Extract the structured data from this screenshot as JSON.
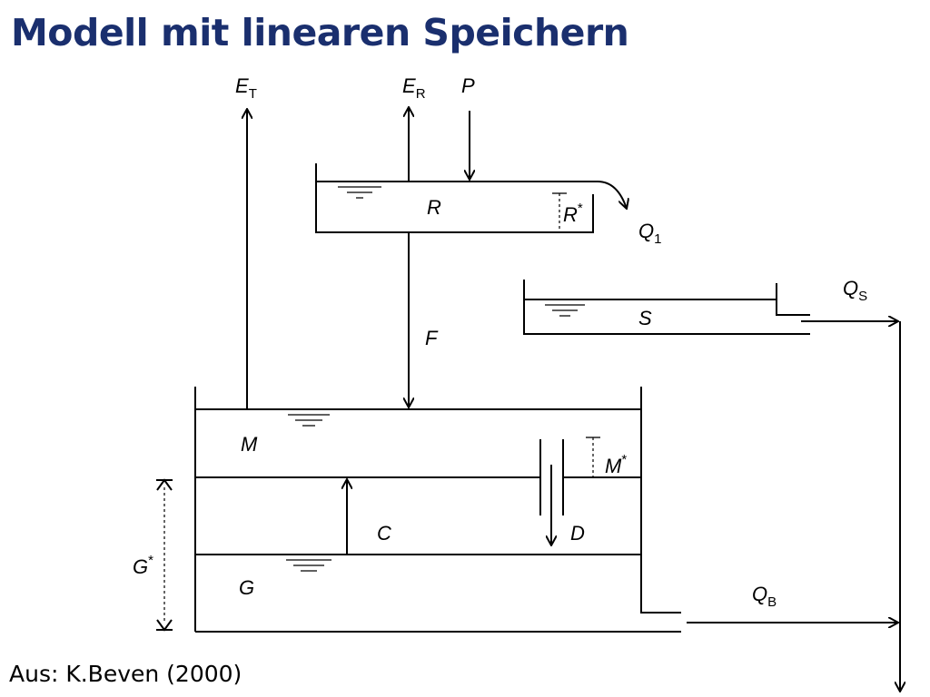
{
  "slide": {
    "title": "Modell mit linearen Speichern",
    "source": "Aus: K.Beven (2000)"
  },
  "diagram": {
    "stores": {
      "R": "R",
      "S": "S",
      "M": "M",
      "G": "G"
    },
    "thresholds": {
      "R_star": "R",
      "M_star": "M",
      "G_star": "G",
      "star": "*"
    },
    "flows": {
      "E_T": {
        "main": "E",
        "sub": "T"
      },
      "E_R": {
        "main": "E",
        "sub": "R"
      },
      "P": "P",
      "F": "F",
      "C": "C",
      "D": "D",
      "Q_1": {
        "main": "Q",
        "sub": "1"
      },
      "Q_S": {
        "main": "Q",
        "sub": "S"
      },
      "Q_B": {
        "main": "Q",
        "sub": "B"
      }
    }
  }
}
